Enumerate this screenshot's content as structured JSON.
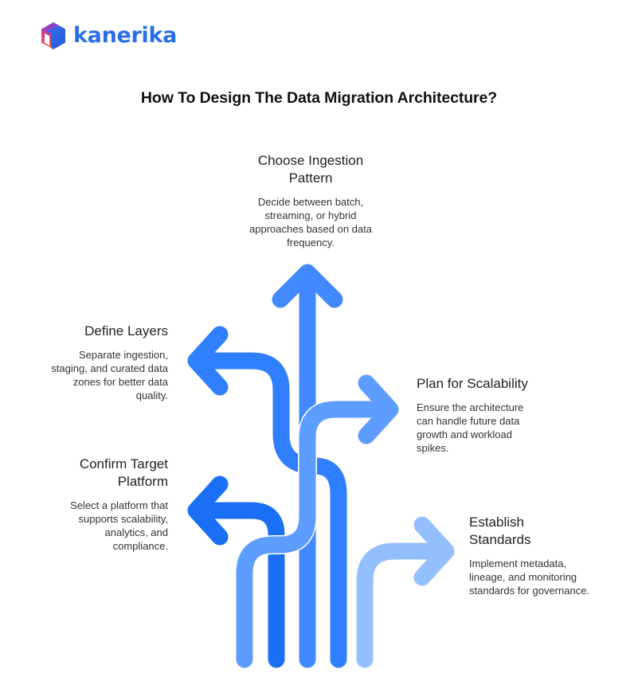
{
  "brand": {
    "name": "kanerika",
    "logo_icon": "hexagon-cube-icon",
    "color": "#2b6fe6"
  },
  "title": "How To Design The Data Migration Architecture?",
  "steps": [
    {
      "id": "choose-ingestion-pattern",
      "heading_lines": [
        "Choose Ingestion",
        "Pattern"
      ],
      "desc_lines": [
        "Decide between batch,",
        "streaming, or hybrid",
        "approaches based on data",
        "frequency."
      ],
      "arrow_direction": "up",
      "color": "#4289ff"
    },
    {
      "id": "define-layers",
      "heading_lines": [
        "Define Layers"
      ],
      "desc_lines": [
        "Separate ingestion,",
        "staging, and curated data",
        "zones for better data",
        "quality."
      ],
      "arrow_direction": "left",
      "color": "#2f7fff"
    },
    {
      "id": "plan-for-scalability",
      "heading_lines": [
        "Plan for Scalability"
      ],
      "desc_lines": [
        "Ensure the architecture",
        "can handle future data",
        "growth and workload",
        "spikes."
      ],
      "arrow_direction": "right",
      "color": "#5c9dff"
    },
    {
      "id": "confirm-target-platform",
      "heading_lines": [
        "Confirm Target",
        "Platform"
      ],
      "desc_lines": [
        "Select a platform that",
        "supports scalability,",
        "analytics, and",
        "compliance."
      ],
      "arrow_direction": "left",
      "color": "#1a6ff5"
    },
    {
      "id": "establish-standards",
      "heading_lines": [
        "Establish",
        "Standards"
      ],
      "desc_lines": [
        "Implement metadata,",
        "lineage, and monitoring",
        "standards for governance."
      ],
      "arrow_direction": "right",
      "color": "#94bfff"
    }
  ]
}
